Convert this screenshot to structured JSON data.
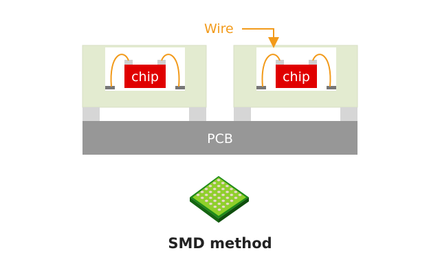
{
  "labels": {
    "wire": "Wire",
    "chip_left": "chip",
    "chip_right": "chip",
    "pcb": "PCB",
    "caption": "SMD method"
  },
  "colors": {
    "package_fill": "#e3ebd0",
    "package_edge": "#d7dfc4",
    "cavity": "#ffffff",
    "chip": "#e00000",
    "wire": "#f29a1a",
    "pad": "#777777",
    "chip_pad": "#cfcfcf",
    "pcb": "#979797",
    "leg": "#d6d6d6"
  },
  "icons": [
    "led-array-icon"
  ]
}
